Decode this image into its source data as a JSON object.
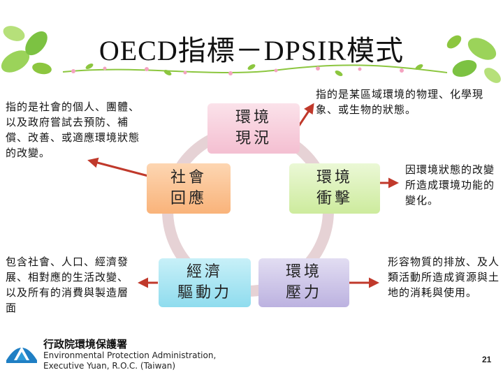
{
  "title": "OECD指標－DPSIR模式",
  "boxes": {
    "state": "環境\n現況",
    "response": "社會\n回應",
    "impact": "環境\n衝擊",
    "driving": "經濟\n驅動力",
    "pressure": "環境\n壓力"
  },
  "descriptions": {
    "response": "指的是社會的個人、團體、以及政府嘗試去預防、補償、改善、或適應環境狀態的改變。",
    "state": "指的是某區域環境的物理、化學現象、或生物的狀態。",
    "impact": "因環境狀態的改變所造成環境功能的變化。",
    "driving": "包含社會、人口、經濟發展、相對應的生活改變、以及所有的消費與製造層面",
    "pressure": "形容物質的排放、及人類活動所造成資源與土地的消耗與使用。"
  },
  "footer": {
    "org_cn": "行政院環境保護署",
    "org_en_line1": "Environmental Protection Administration,",
    "org_en_line2": "Executive Yuan, R.O.C. (Taiwan)",
    "page_number": "21"
  },
  "colors": {
    "state_box": "#f6cad9",
    "response_box": "#fbbf8f",
    "impact_box": "#d9f2b2",
    "driving_box": "#a6e6f4",
    "pressure_box": "#c9c1e6",
    "cycle_ring": "#e6d2d5",
    "arrow": "#c0392b",
    "leaf_green": "#7cc242"
  }
}
